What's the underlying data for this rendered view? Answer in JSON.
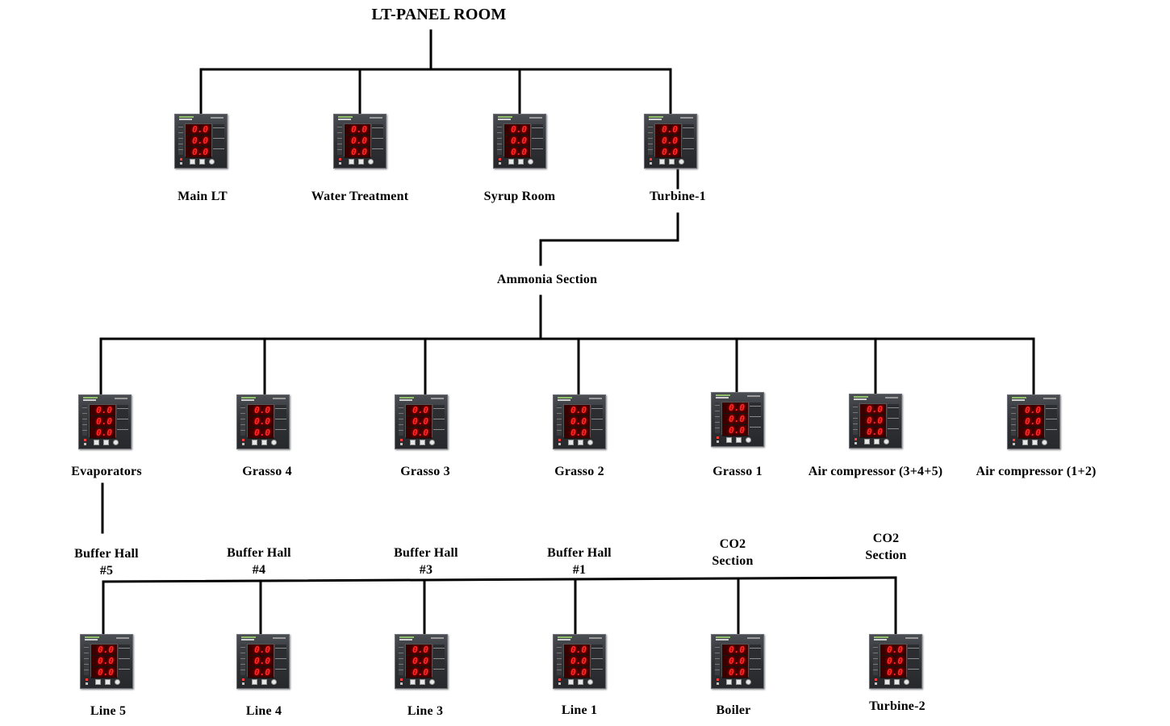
{
  "colors": {
    "wire": "#000000",
    "led_digits": "#ff2a2a",
    "meter_body": "#2e3034"
  },
  "icons": {
    "meter": "power-meter-icon"
  },
  "meter_readings": [
    "0.0",
    "0.0",
    "0.0"
  ],
  "title": "LT-PANEL ROOM",
  "level1": {
    "main_lt": "Main LT",
    "water_treatment": "Water Treatment",
    "syrup_room": "Syrup Room",
    "turbine_1": "Turbine-1"
  },
  "ammonia_section": "Ammonia Section",
  "level2": {
    "evaporators": "Evaporators",
    "grasso_4": "Grasso 4",
    "grasso_3": "Grasso 3",
    "grasso_2": "Grasso 2",
    "grasso_1": "Grasso 1",
    "air_comp_345": "Air compressor (3+4+5)",
    "air_comp_12": "Air compressor (1+2)"
  },
  "sections": {
    "bh5": [
      "Buffer Hall",
      "#5"
    ],
    "bh4": [
      "Buffer Hall",
      "#4"
    ],
    "bh3": [
      "Buffer Hall",
      "#3"
    ],
    "bh1": [
      "Buffer Hall",
      "#1"
    ],
    "co2_a": [
      "CO2",
      "Section"
    ],
    "co2_b": [
      "CO2",
      "Section"
    ]
  },
  "level3": {
    "line_5": "Line 5",
    "line_4": "Line 4",
    "line_3": "Line 3",
    "line_1": "Line 1",
    "boiler": "Boiler",
    "turbine_2": "Turbine-2"
  }
}
